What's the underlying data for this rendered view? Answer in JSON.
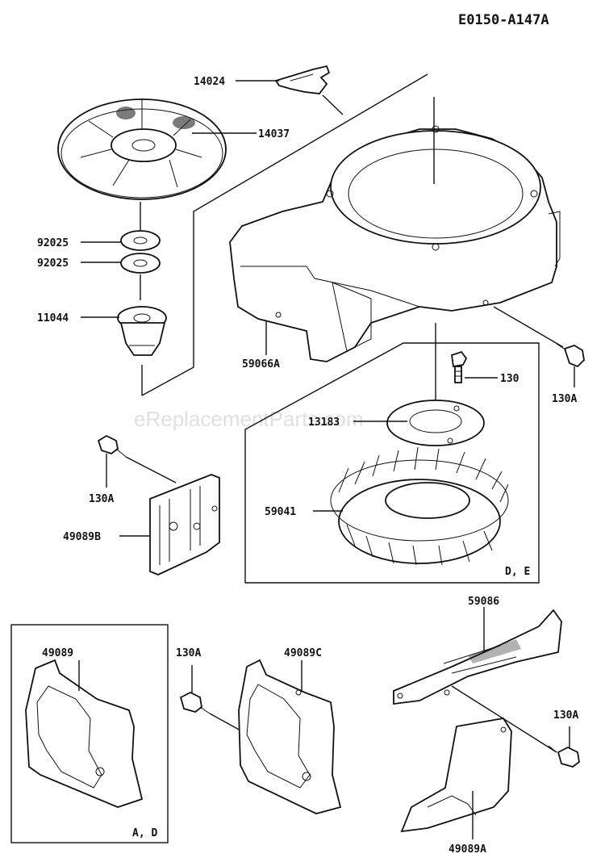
{
  "diagram_code": "E0150-A147A",
  "watermark": "eReplacementParts.com",
  "callouts": {
    "p14024": "14024",
    "p14037": "14037",
    "p92025a": "92025",
    "p92025b": "92025",
    "p11044": "11044",
    "p59066A": "59066A",
    "p130": "130",
    "p130A_right": "130A",
    "p13183": "13183",
    "p130A_left": "130A",
    "p59041": "59041",
    "p49089B": "49089B",
    "p59086": "59086",
    "p49089": "49089",
    "p130A_mid": "130A",
    "p49089C": "49089C",
    "p130A_lower": "130A",
    "p49089A": "49089A"
  },
  "box_notes": {
    "flywheel_box": "D, E",
    "cover_box": "A, D"
  }
}
